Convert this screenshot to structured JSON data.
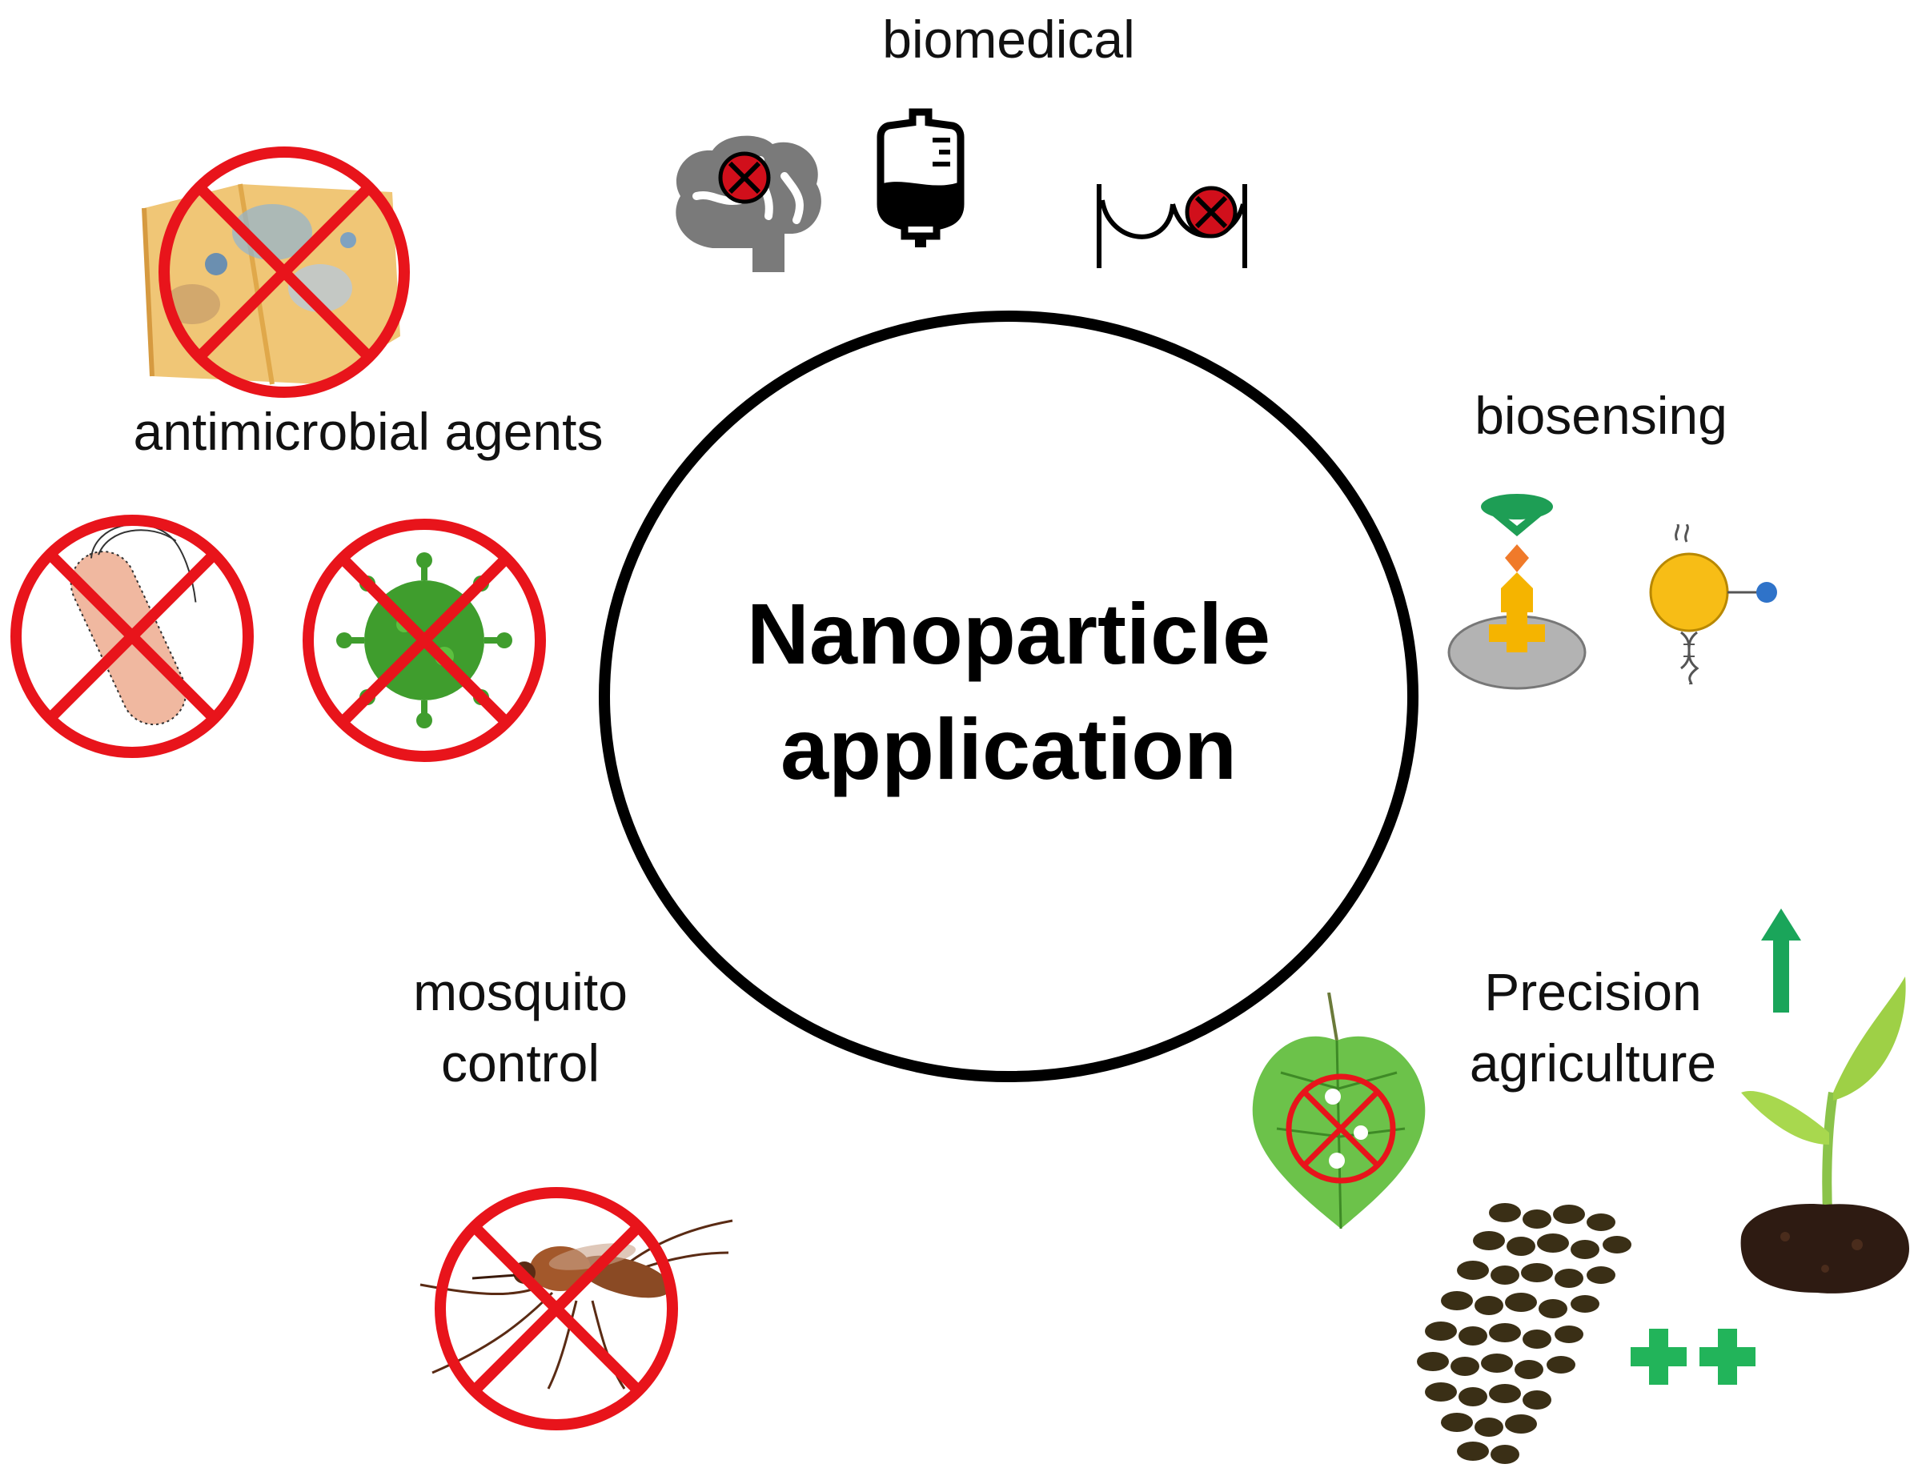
{
  "center": {
    "line1": "Nanoparticle",
    "line2": "application"
  },
  "categories": {
    "biomedical": "biomedical",
    "biosensing": "biosensing",
    "antimicrobial": "antimicrobial agents",
    "mosquito_line1": "mosquito",
    "mosquito_line2": "control",
    "agriculture_line1": "Precision",
    "agriculture_line2": "agriculture"
  },
  "colors": {
    "ban_red": "#e8141b",
    "virus_green": "#3f9d2d",
    "arrow_green": "#1aa55a",
    "plus_green": "#22b45a",
    "sensor_green": "#1e9e55",
    "sensor_orange": "#f5b400",
    "sensor_blue": "#2f73c9",
    "leaf_green": "#6cc24a",
    "seed_dark": "#3a2f16"
  },
  "icons": [
    "brain-icon",
    "iv-bag-icon",
    "breast-icon",
    "food-mold-icon",
    "bacteria-icon",
    "virus-icon",
    "biosensor-antibody-icon",
    "nanoparticle-dna-icon",
    "mosquito-icon",
    "infected-leaf-icon",
    "sprout-icon",
    "growth-arrow-icon",
    "seeds-icon",
    "plus-plus-icon"
  ]
}
